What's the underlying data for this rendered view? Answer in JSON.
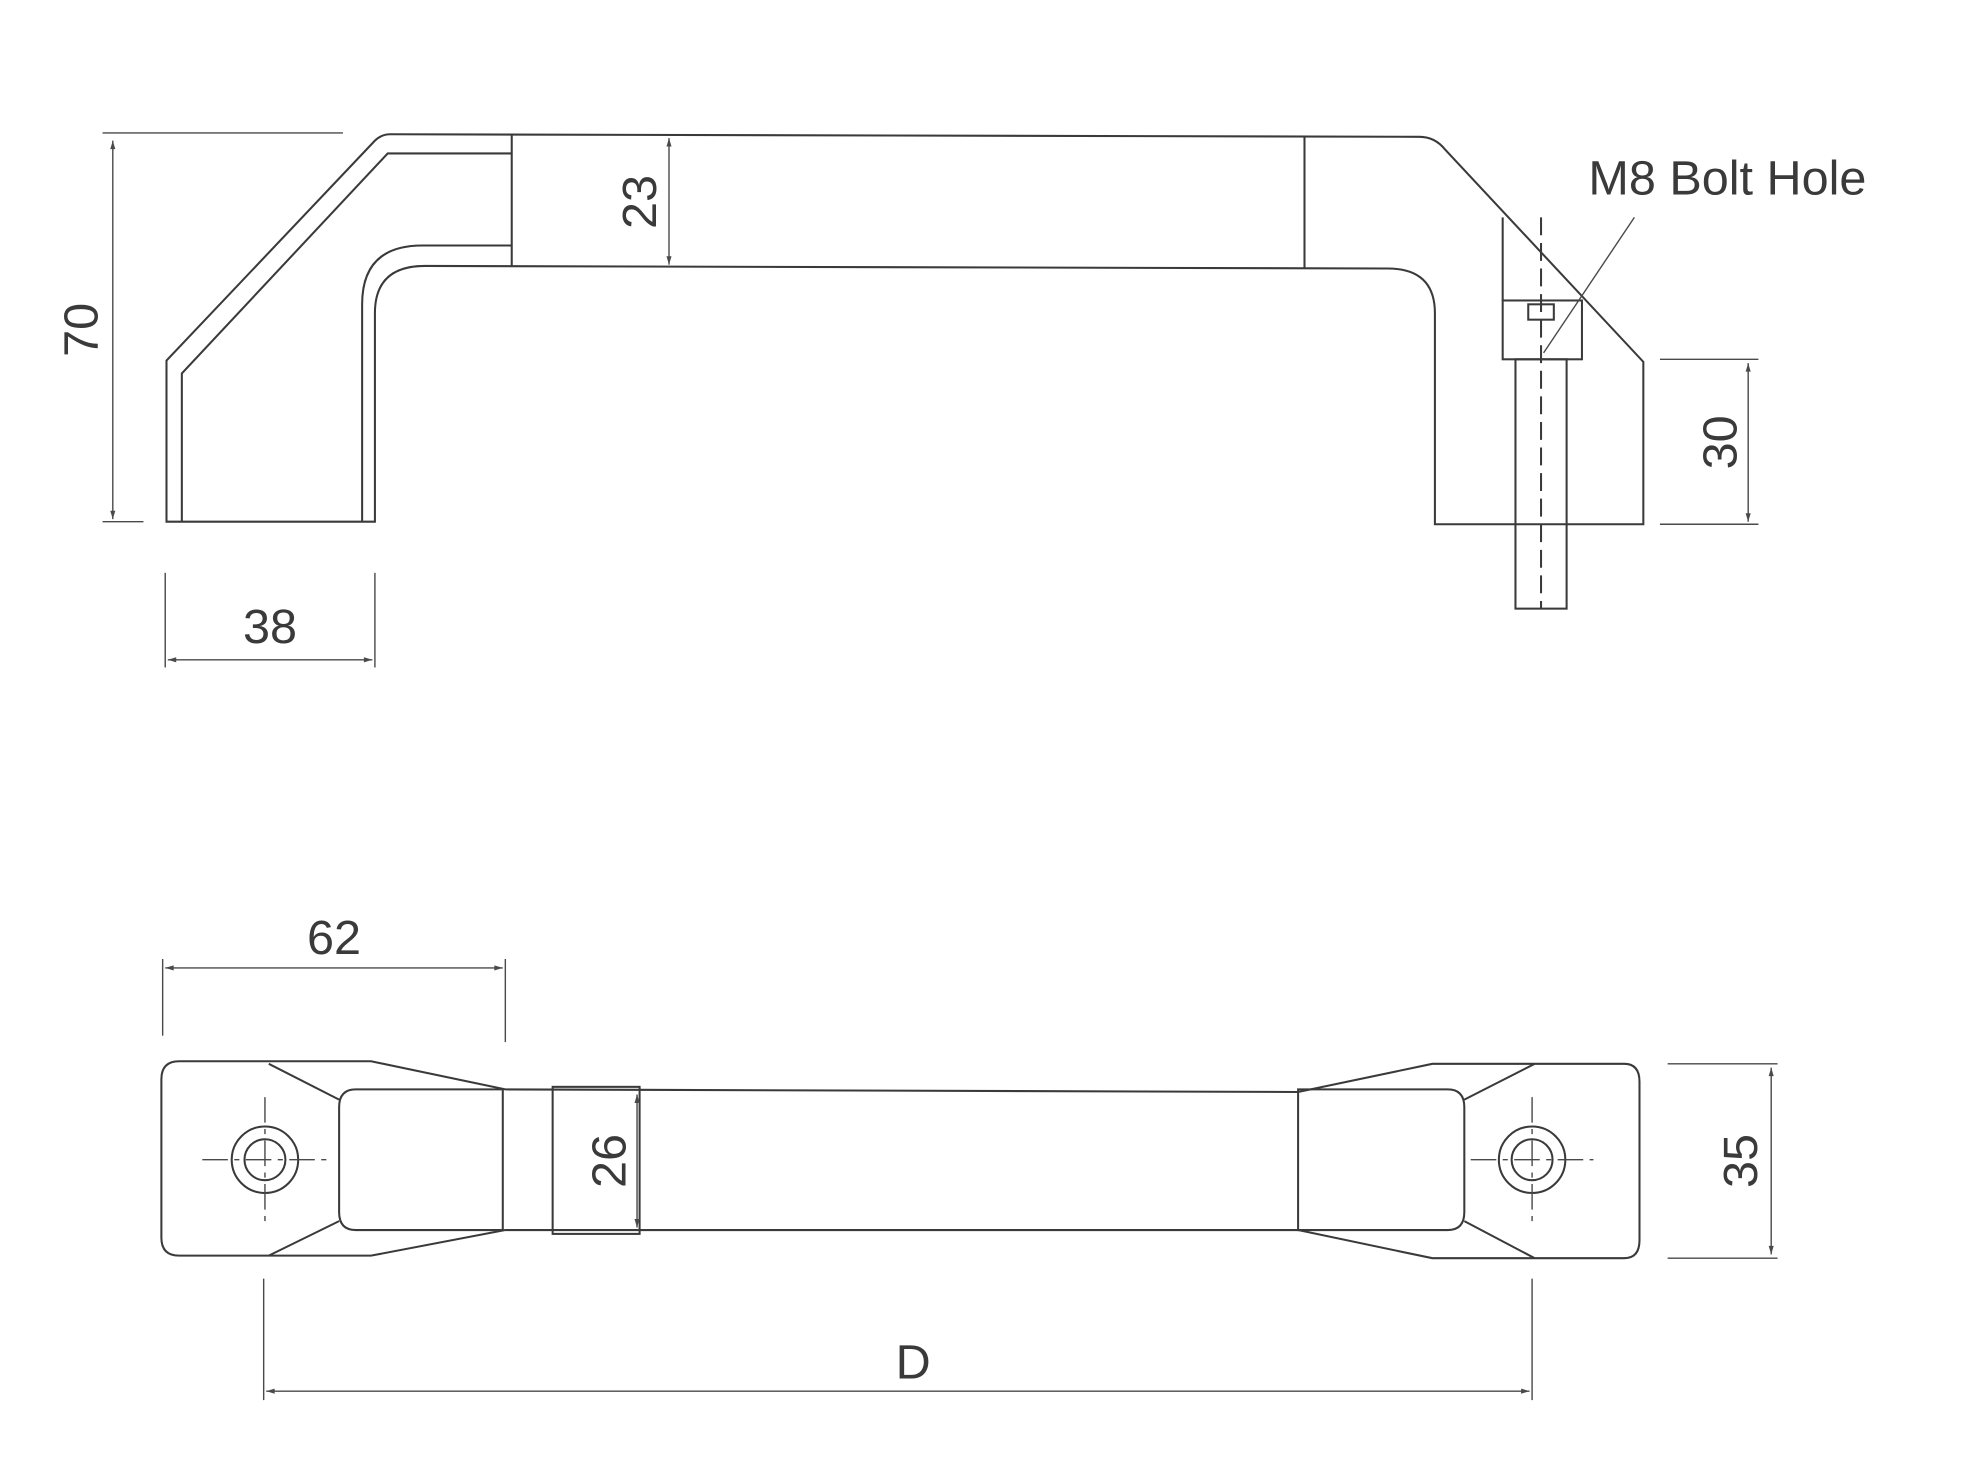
{
  "side_view": {
    "dim_height": "70",
    "dim_grip_thickness": "23",
    "dim_foot_width": "38",
    "dim_bolt_length": "30",
    "callout": "M8 Bolt Hole"
  },
  "top_view": {
    "dim_end_length": "62",
    "dim_grip_width": "26",
    "dim_end_width": "35",
    "dim_hole_spacing": "D"
  },
  "colors": {
    "line": "#3a3a3a",
    "background": "#ffffff"
  }
}
